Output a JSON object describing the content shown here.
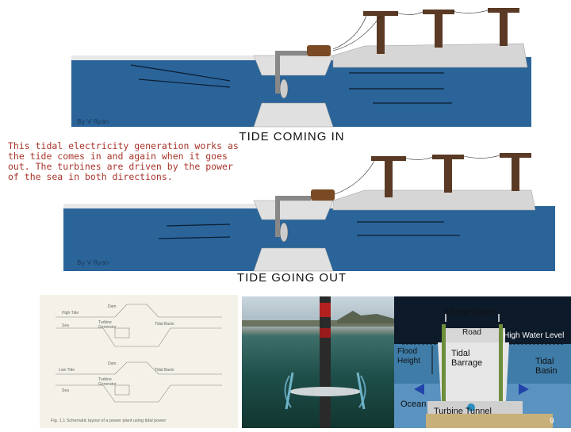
{
  "top_diagram": {
    "credit": "By V Ryan",
    "caption": "TIDE COMING IN"
  },
  "description": {
    "lines": [
      "This tidal electricity generation works as",
      "the tide comes in and again when it goes",
      "out. The turbines are driven by the power",
      "of the sea in both directions."
    ]
  },
  "bottom_diagram": {
    "credit": "By V Ryan",
    "caption": "TIDE GOING OUT"
  },
  "sketch": {
    "top": {
      "high_tide": "High Tide",
      "dam": "Dam",
      "sea": "Sea",
      "turbine": "Turbine Generator",
      "basin": "Tidal Basin"
    },
    "bottom": {
      "low_tide": "Low Tide",
      "dam": "Dam",
      "sea": "Sea",
      "turbine": "Turbine Generator",
      "basin": "Tidal Basin"
    },
    "fig_caption": "Fig. 1.1  Schematic layout of a power plant using tidal power"
  },
  "barrage": {
    "sluice_gates": "Sluice Gates",
    "road": "Road",
    "high_water_level": "High Water Level",
    "flood_height": "Flood Height",
    "tidal_barrage": "Tidal Barrage",
    "tidal_basin": "Tidal Basin",
    "ocean": "Ocean",
    "turbine_tunnel": "Turbine Tunnel",
    "page_number": "9"
  },
  "colors": {
    "water": "#2a6499",
    "land": "#d9d9d9",
    "caption_text": "#a8342a",
    "barrage_bg": "#0d1a2a"
  }
}
